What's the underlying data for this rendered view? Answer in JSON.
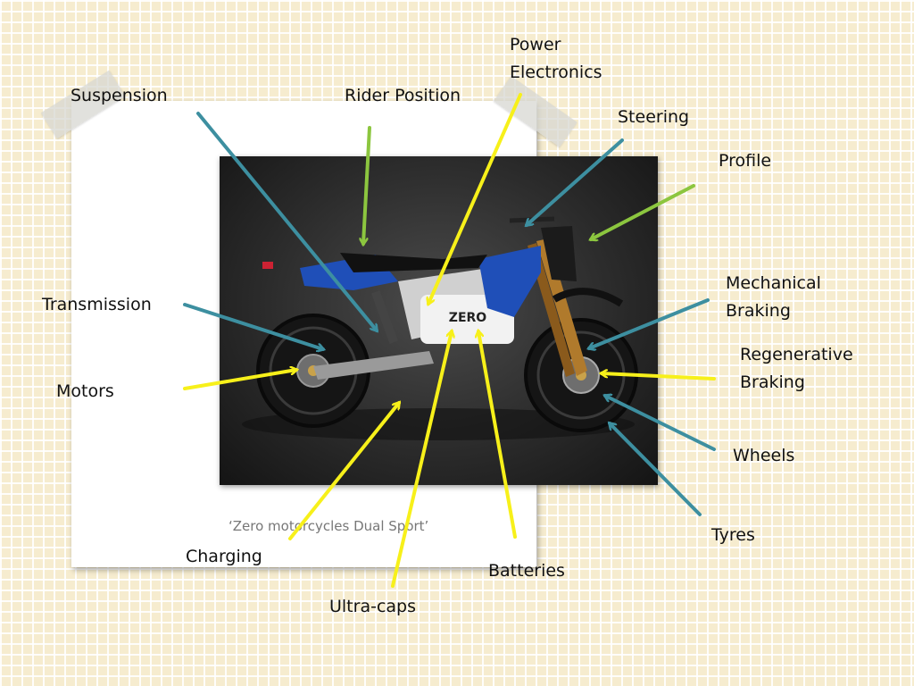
{
  "caption": "‘Zero motorcycles Dual Sport’",
  "labels": {
    "suspension": "Suspension",
    "rider_position": "Rider Position",
    "power_electronics_line1": "Power",
    "power_electronics_line2": "Electronics",
    "steering": "Steering",
    "profile": "Profile",
    "transmission": "Transmission",
    "motors": "Motors",
    "mechanical_braking_line1": "Mechanical",
    "mechanical_braking_line2": "Braking",
    "regenerative_braking_line1": "Regenerative",
    "regenerative_braking_line2": "Braking",
    "wheels": "Wheels",
    "tyres": "Tyres",
    "charging": "Charging",
    "batteries": "Batteries",
    "ultra_caps": "Ultra-caps"
  },
  "brand_logo": "ZERO",
  "colors": {
    "arrow_teal": "#3d8fa0",
    "arrow_yellow": "#f7f01a",
    "arrow_green": "#8cc63f",
    "bike_blue": "#1f4fb8"
  }
}
